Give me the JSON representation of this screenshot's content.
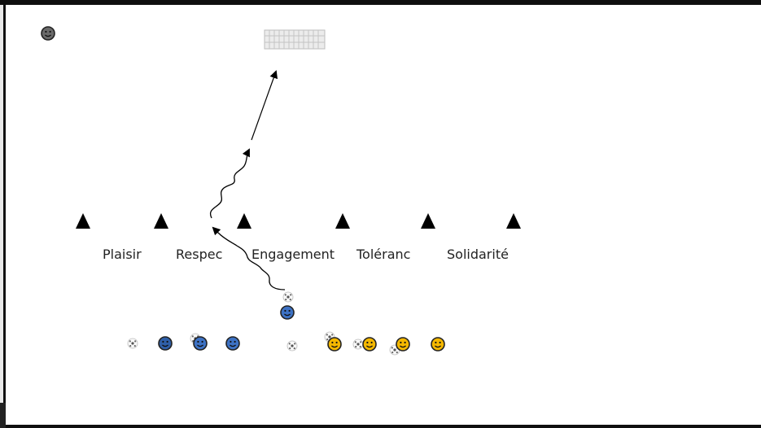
{
  "labels": {
    "plaisir": "Plaisir",
    "respect": "Respec",
    "engagement": "Engagement",
    "tolerance": "Toléranc",
    "solidarite": "Solidarité"
  },
  "colors": {
    "cone": "#000000",
    "blue_player": "#3d72c4",
    "yellow_player": "#f5b800",
    "gray_player": "#6a6a6a",
    "goal": "#d7d7d7"
  },
  "icons": {
    "player": "smiley-face-icon",
    "ball": "soccer-ball-icon",
    "cone": "cone-triangle-icon",
    "goal": "mini-goal-icon"
  }
}
